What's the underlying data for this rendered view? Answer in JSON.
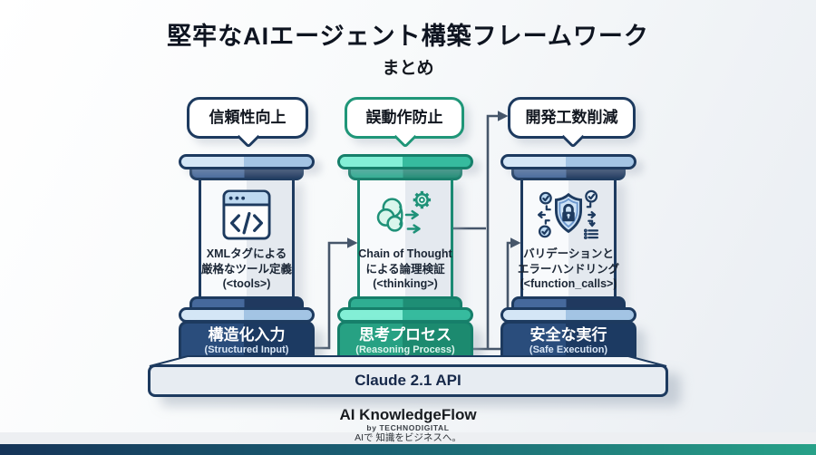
{
  "title": "堅牢なAIエージェント構築フレームワーク",
  "subtitle": "まとめ",
  "bubbles": [
    {
      "label": "信頼性向上"
    },
    {
      "label": "誤動作防止"
    },
    {
      "label": "開発工数削減"
    }
  ],
  "pillars": [
    {
      "icon": "code-window-icon",
      "lines": [
        "XMLタグによる",
        "厳格なツール定義",
        "(<tools>)"
      ],
      "base_jp": "構造化入力",
      "base_en": "(Structured Input)"
    },
    {
      "icon": "brain-gear-icon",
      "lines": [
        "Chain of Thought",
        "による論理検証",
        "(<thinking>)"
      ],
      "base_jp": "思考プロセス",
      "base_en": "(Reasoning Process)"
    },
    {
      "icon": "shield-lock-icon",
      "lines": [
        "バリデーションと",
        "エラーハンドリング",
        "(<function_calls>)"
      ],
      "base_jp": "安全な実行",
      "base_en": "(Safe Execution)"
    }
  ],
  "platform": {
    "label": "Claude 2.1 API"
  },
  "footer": {
    "brand": "AI KnowledgeFlow",
    "byline": "by TECHNODIGITAL",
    "tagline": "AIで 知識をビジネスへ。"
  },
  "colors": {
    "navy": "#1d3a5f",
    "teal": "#1f9178",
    "bubble_green_border": "#1f9678",
    "arrow": "#46566a",
    "platform_fill": "#e7ecf2",
    "bottom_bar_left": "#153458",
    "bottom_bar_right": "#27a188"
  }
}
